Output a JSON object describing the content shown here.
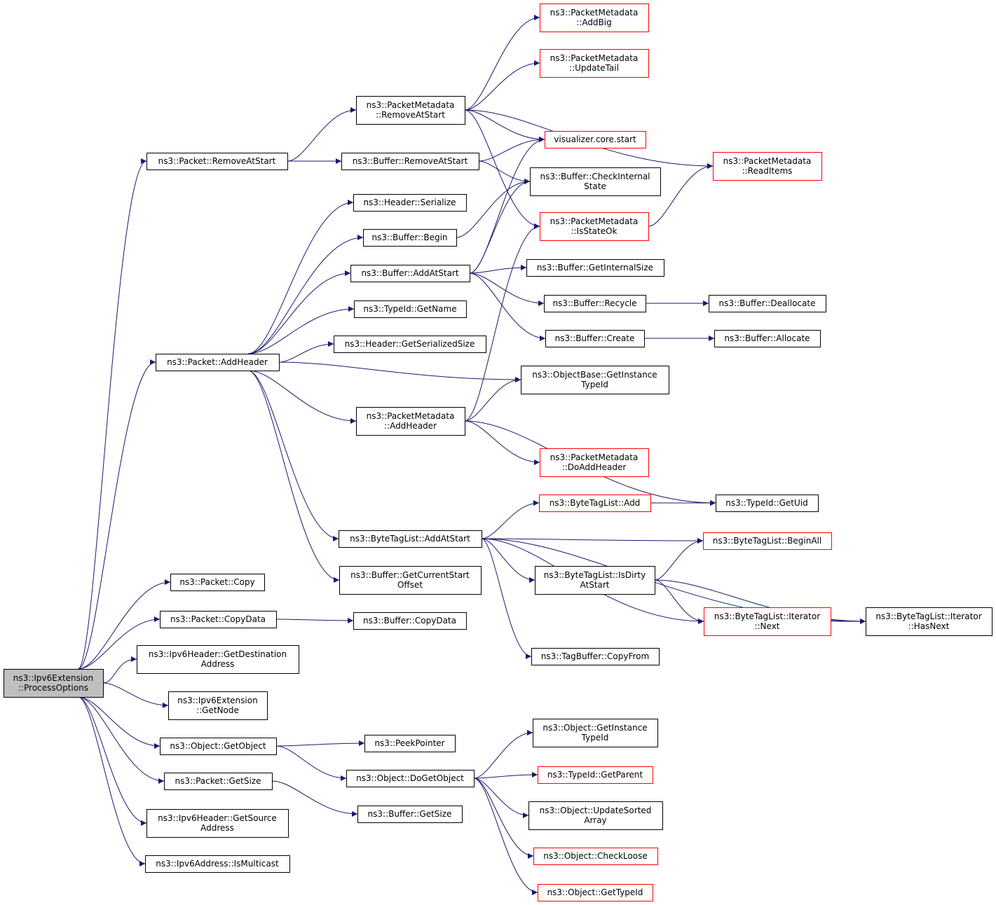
{
  "colors": {
    "edge": "#191970",
    "box_normal": "#000000",
    "box_truncated": "#ff0000",
    "root_fill": "#bfbfbf",
    "fill": "#ffffff"
  },
  "nodes": {
    "root": {
      "lines": [
        "ns3::Ipv6Extension",
        "::ProcessOptions"
      ],
      "kind": "root"
    },
    "pkt_removeatstart": {
      "lines": [
        "ns3::Packet::RemoveAtStart"
      ],
      "kind": "normal"
    },
    "pkt_addheader": {
      "lines": [
        "ns3::Packet::AddHeader"
      ],
      "kind": "normal"
    },
    "pkt_copy": {
      "lines": [
        "ns3::Packet::Copy"
      ],
      "kind": "normal"
    },
    "pkt_copydata": {
      "lines": [
        "ns3::Packet::CopyData"
      ],
      "kind": "normal"
    },
    "ipv6hdr_getdest": {
      "lines": [
        "ns3::Ipv6Header::GetDestination",
        "Address"
      ],
      "kind": "normal"
    },
    "ipv6ext_getnode": {
      "lines": [
        "ns3::Ipv6Extension",
        "::GetNode"
      ],
      "kind": "normal"
    },
    "obj_getobject": {
      "lines": [
        "ns3::Object::GetObject"
      ],
      "kind": "normal"
    },
    "pkt_getsize": {
      "lines": [
        "ns3::Packet::GetSize"
      ],
      "kind": "normal"
    },
    "ipv6hdr_getsrc": {
      "lines": [
        "ns3::Ipv6Header::GetSource",
        "Address"
      ],
      "kind": "normal"
    },
    "ipv6addr_ismulticast": {
      "lines": [
        "ns3::Ipv6Address::IsMulticast"
      ],
      "kind": "normal"
    },
    "pm_removeatstart": {
      "lines": [
        "ns3::PacketMetadata",
        "::RemoveAtStart"
      ],
      "kind": "normal"
    },
    "buf_removeatstart": {
      "lines": [
        "ns3::Buffer::RemoveAtStart"
      ],
      "kind": "normal"
    },
    "hdr_serialize": {
      "lines": [
        "ns3::Header::Serialize"
      ],
      "kind": "normal"
    },
    "buf_begin": {
      "lines": [
        "ns3::Buffer::Begin"
      ],
      "kind": "normal"
    },
    "buf_addatstart": {
      "lines": [
        "ns3::Buffer::AddAtStart"
      ],
      "kind": "normal"
    },
    "typeid_getname": {
      "lines": [
        "ns3::TypeId::GetName"
      ],
      "kind": "normal"
    },
    "hdr_getserializedsize": {
      "lines": [
        "ns3::Header::GetSerializedSize"
      ],
      "kind": "normal"
    },
    "pm_addheader": {
      "lines": [
        "ns3::PacketMetadata",
        "::AddHeader"
      ],
      "kind": "normal"
    },
    "btl_addatstart": {
      "lines": [
        "ns3::ByteTagList::AddAtStart"
      ],
      "kind": "normal"
    },
    "buf_getcurrentstartoffset": {
      "lines": [
        "ns3::Buffer::GetCurrentStart",
        "Offset"
      ],
      "kind": "normal"
    },
    "buf_copydata": {
      "lines": [
        "ns3::Buffer::CopyData"
      ],
      "kind": "normal"
    },
    "peekpointer": {
      "lines": [
        "ns3::PeekPointer"
      ],
      "kind": "normal"
    },
    "obj_dogetobject": {
      "lines": [
        "ns3::Object::DoGetObject"
      ],
      "kind": "normal"
    },
    "buf_getsize": {
      "lines": [
        "ns3::Buffer::GetSize"
      ],
      "kind": "normal"
    },
    "pm_addbig": {
      "lines": [
        "ns3::PacketMetadata",
        "::AddBig"
      ],
      "kind": "truncated"
    },
    "pm_updatetail": {
      "lines": [
        "ns3::PacketMetadata",
        "::UpdateTail"
      ],
      "kind": "truncated"
    },
    "vis_core_start": {
      "lines": [
        "visualizer.core.start"
      ],
      "kind": "truncated"
    },
    "buf_checkinternalstate": {
      "lines": [
        "ns3::Buffer::CheckInternal",
        "State"
      ],
      "kind": "normal"
    },
    "pm_isstateok": {
      "lines": [
        "ns3::PacketMetadata",
        "::IsStateOk"
      ],
      "kind": "truncated"
    },
    "buf_getinternalsize": {
      "lines": [
        "ns3::Buffer::GetInternalSize"
      ],
      "kind": "normal"
    },
    "buf_recycle": {
      "lines": [
        "ns3::Buffer::Recycle"
      ],
      "kind": "normal"
    },
    "buf_create": {
      "lines": [
        "ns3::Buffer::Create"
      ],
      "kind": "normal"
    },
    "objbase_getinstancetypeid": {
      "lines": [
        "ns3::ObjectBase::GetInstance",
        "TypeId"
      ],
      "kind": "normal"
    },
    "pm_doaddheader": {
      "lines": [
        "ns3::PacketMetadata",
        "::DoAddHeader"
      ],
      "kind": "truncated"
    },
    "btl_add": {
      "lines": [
        "ns3::ByteTagList::Add"
      ],
      "kind": "truncated"
    },
    "btl_isdirtyatstart": {
      "lines": [
        "ns3::ByteTagList::IsDirty",
        "AtStart"
      ],
      "kind": "normal"
    },
    "tagbuffer_copyfrom": {
      "lines": [
        "ns3::TagBuffer::CopyFrom"
      ],
      "kind": "normal"
    },
    "obj_getinstancetypeid": {
      "lines": [
        "ns3::Object::GetInstance",
        "TypeId"
      ],
      "kind": "normal"
    },
    "typeid_getparent": {
      "lines": [
        "ns3::TypeId::GetParent"
      ],
      "kind": "truncated"
    },
    "obj_updatesortedarray": {
      "lines": [
        "ns3::Object::UpdateSorted",
        "Array"
      ],
      "kind": "normal"
    },
    "obj_checkloose": {
      "lines": [
        "ns3::Object::CheckLoose"
      ],
      "kind": "truncated"
    },
    "obj_gettypeid": {
      "lines": [
        "ns3::Object::GetTypeId"
      ],
      "kind": "truncated"
    },
    "pm_readitems": {
      "lines": [
        "ns3::PacketMetadata",
        "::ReadItems"
      ],
      "kind": "truncated"
    },
    "buf_deallocate": {
      "lines": [
        "ns3::Buffer::Deallocate"
      ],
      "kind": "normal"
    },
    "buf_allocate": {
      "lines": [
        "ns3::Buffer::Allocate"
      ],
      "kind": "normal"
    },
    "typeid_getuid": {
      "lines": [
        "ns3::TypeId::GetUid"
      ],
      "kind": "normal"
    },
    "btl_beginall": {
      "lines": [
        "ns3::ByteTagList::BeginAll"
      ],
      "kind": "truncated"
    },
    "btl_iter_next": {
      "lines": [
        "ns3::ByteTagList::Iterator",
        "::Next"
      ],
      "kind": "truncated"
    },
    "btl_iter_hasnext": {
      "lines": [
        "ns3::ByteTagList::Iterator",
        "::HasNext"
      ],
      "kind": "normal"
    }
  },
  "edges": [
    [
      "root",
      "pkt_removeatstart"
    ],
    [
      "root",
      "pkt_addheader"
    ],
    [
      "root",
      "pkt_copy"
    ],
    [
      "root",
      "pkt_copydata"
    ],
    [
      "root",
      "ipv6hdr_getdest"
    ],
    [
      "root",
      "ipv6ext_getnode"
    ],
    [
      "root",
      "obj_getobject"
    ],
    [
      "root",
      "pkt_getsize"
    ],
    [
      "root",
      "ipv6hdr_getsrc"
    ],
    [
      "root",
      "ipv6addr_ismulticast"
    ],
    [
      "pkt_removeatstart",
      "pm_removeatstart"
    ],
    [
      "pkt_removeatstart",
      "buf_removeatstart"
    ],
    [
      "pkt_addheader",
      "hdr_serialize"
    ],
    [
      "pkt_addheader",
      "buf_begin"
    ],
    [
      "pkt_addheader",
      "buf_addatstart"
    ],
    [
      "pkt_addheader",
      "typeid_getname"
    ],
    [
      "pkt_addheader",
      "hdr_getserializedsize"
    ],
    [
      "pkt_addheader",
      "objbase_getinstancetypeid"
    ],
    [
      "pkt_addheader",
      "pm_addheader"
    ],
    [
      "pkt_addheader",
      "btl_addatstart"
    ],
    [
      "pkt_addheader",
      "buf_getcurrentstartoffset"
    ],
    [
      "pkt_copydata",
      "buf_copydata"
    ],
    [
      "obj_getobject",
      "peekpointer"
    ],
    [
      "obj_getobject",
      "obj_dogetobject"
    ],
    [
      "pkt_getsize",
      "buf_getsize"
    ],
    [
      "pm_removeatstart",
      "pm_addbig"
    ],
    [
      "pm_removeatstart",
      "pm_updatetail"
    ],
    [
      "pm_removeatstart",
      "vis_core_start"
    ],
    [
      "pm_removeatstart",
      "pm_readitems"
    ],
    [
      "pm_removeatstart",
      "pm_isstateok"
    ],
    [
      "buf_removeatstart",
      "vis_core_start"
    ],
    [
      "buf_removeatstart",
      "buf_checkinternalstate"
    ],
    [
      "buf_begin",
      "buf_checkinternalstate"
    ],
    [
      "buf_addatstart",
      "buf_checkinternalstate"
    ],
    [
      "buf_addatstart",
      "vis_core_start"
    ],
    [
      "buf_addatstart",
      "buf_getinternalsize"
    ],
    [
      "buf_addatstart",
      "buf_recycle"
    ],
    [
      "buf_addatstart",
      "buf_create"
    ],
    [
      "pm_isstateok",
      "pm_readitems"
    ],
    [
      "buf_recycle",
      "buf_deallocate"
    ],
    [
      "buf_create",
      "buf_allocate"
    ],
    [
      "pm_addheader",
      "pm_isstateok"
    ],
    [
      "pm_addheader",
      "objbase_getinstancetypeid"
    ],
    [
      "pm_addheader",
      "typeid_getuid"
    ],
    [
      "pm_addheader",
      "pm_doaddheader"
    ],
    [
      "btl_addatstart",
      "btl_add"
    ],
    [
      "btl_addatstart",
      "btl_beginall"
    ],
    [
      "btl_addatstart",
      "btl_isdirtyatstart"
    ],
    [
      "btl_addatstart",
      "btl_iter_next"
    ],
    [
      "btl_addatstart",
      "tagbuffer_copyfrom"
    ],
    [
      "btl_addatstart",
      "btl_iter_hasnext"
    ],
    [
      "btl_add",
      "typeid_getuid"
    ],
    [
      "btl_isdirtyatstart",
      "btl_beginall"
    ],
    [
      "btl_isdirtyatstart",
      "btl_iter_next"
    ],
    [
      "btl_isdirtyatstart",
      "btl_iter_hasnext"
    ],
    [
      "btl_iter_next",
      "btl_iter_hasnext"
    ],
    [
      "obj_dogetobject",
      "obj_getinstancetypeid"
    ],
    [
      "obj_dogetobject",
      "typeid_getparent"
    ],
    [
      "obj_dogetobject",
      "obj_updatesortedarray"
    ],
    [
      "obj_dogetobject",
      "obj_checkloose"
    ],
    [
      "obj_dogetobject",
      "obj_gettypeid"
    ]
  ]
}
